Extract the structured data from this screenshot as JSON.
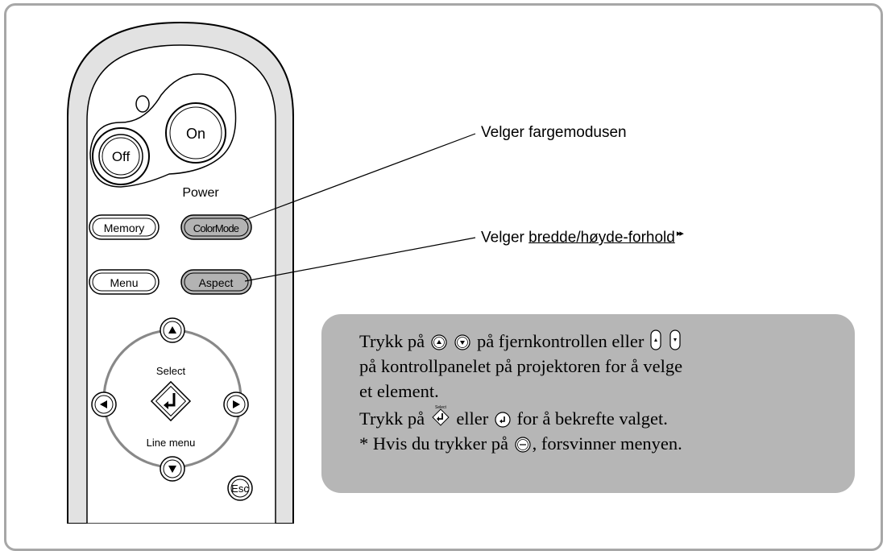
{
  "remote": {
    "power_on": "On",
    "power_off": "Off",
    "power_label": "Power",
    "memory": "Memory",
    "color_mode": "ColorMode",
    "menu": "Menu",
    "aspect": "Aspect",
    "select_label": "Select",
    "line_menu_label": "Line menu",
    "esc": "Esc"
  },
  "callouts": {
    "color_mode": "Velger fargemodusen",
    "aspect_prefix": "Velger ",
    "aspect_link": "bredde/høyde-forhold",
    "aspect_mark": "▸▸"
  },
  "instructions": {
    "line1_a": "Trykk på",
    "line1_b": "på fjernkontrollen eller",
    "line2": "på kontrollpanelet på projektoren for å velge",
    "line3": "et element.",
    "line4_a": "Trykk på",
    "line4_b": "eller",
    "line4_c": "for å bekrefte valget.",
    "line5_a": "* Hvis du trykker på",
    "line5_b": ", forsvinner menyen."
  },
  "icons": {
    "up": "up-arrow-icon",
    "down": "down-arrow-icon",
    "left": "left-arrow-icon",
    "right": "right-arrow-icon",
    "enter": "enter-icon",
    "select_enter": "select-enter-icon",
    "esc": "esc-icon"
  },
  "colors": {
    "remote_body": "#e0e0e0",
    "info_box": "#b6b6b6",
    "frame": "#a7a7a7",
    "highlight_button": "#b3b3b3"
  }
}
